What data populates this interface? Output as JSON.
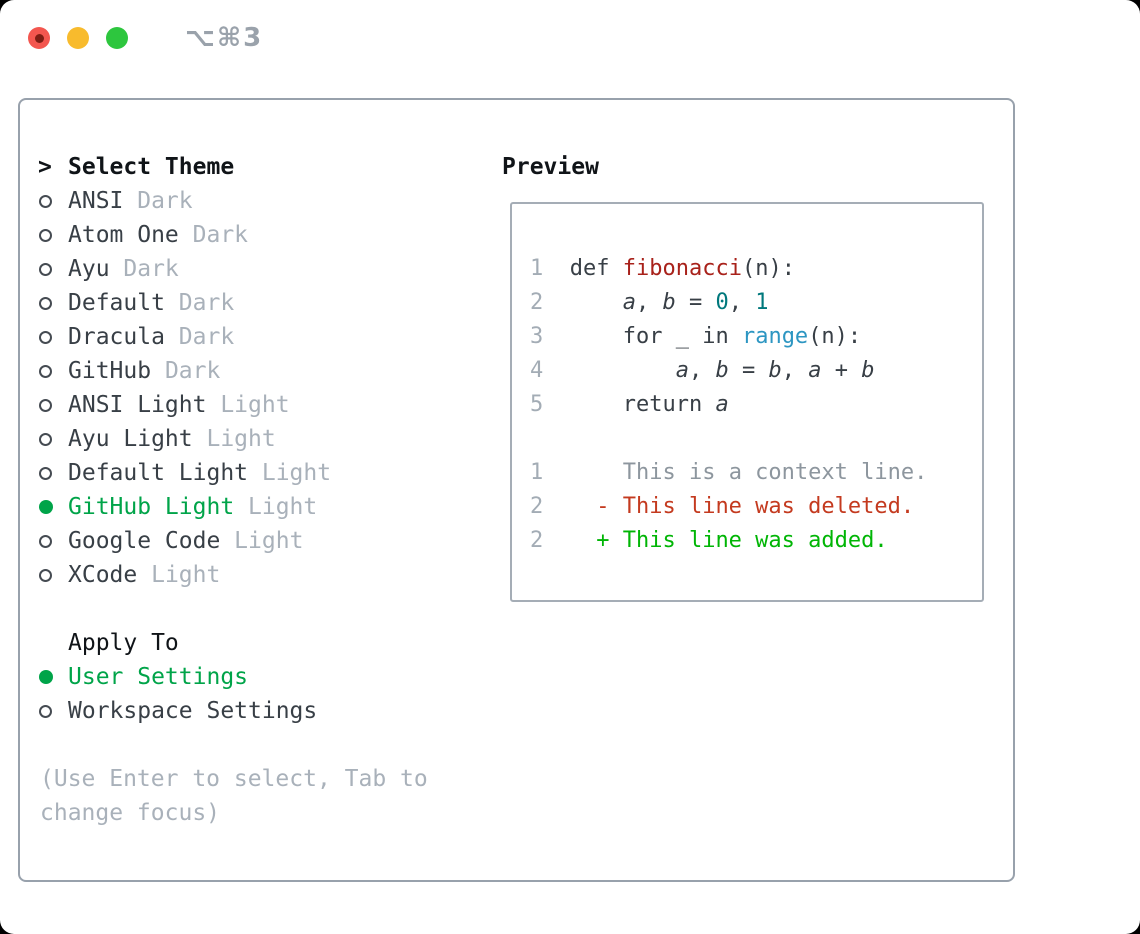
{
  "window": {
    "shortcut": "⌥⌘3"
  },
  "picker": {
    "cursor": ">",
    "header": "Select Theme",
    "items": [
      {
        "label": "ANSI",
        "tag": "Dark",
        "selected": false
      },
      {
        "label": "Atom One",
        "tag": "Dark",
        "selected": false
      },
      {
        "label": "Ayu",
        "tag": "Dark",
        "selected": false
      },
      {
        "label": "Default",
        "tag": "Dark",
        "selected": false
      },
      {
        "label": "Dracula",
        "tag": "Dark",
        "selected": false
      },
      {
        "label": "GitHub",
        "tag": "Dark",
        "selected": false
      },
      {
        "label": "ANSI Light",
        "tag": "Light",
        "selected": false
      },
      {
        "label": "Ayu Light",
        "tag": "Light",
        "selected": false
      },
      {
        "label": "Default Light",
        "tag": "Light",
        "selected": false
      },
      {
        "label": "GitHub Light",
        "tag": "Light",
        "selected": true
      },
      {
        "label": "Google Code",
        "tag": "Light",
        "selected": false
      },
      {
        "label": "XCode",
        "tag": "Light",
        "selected": false
      }
    ],
    "apply_to": {
      "header": "Apply To",
      "options": [
        {
          "label": "User Settings",
          "selected": true
        },
        {
          "label": "Workspace Settings",
          "selected": false
        }
      ]
    },
    "hint_line1": "(Use Enter to select, Tab to",
    "hint_line2": "change focus)"
  },
  "preview": {
    "header": "Preview",
    "lines": [
      [
        [
          "1",
          "num"
        ],
        [
          "  ",
          "pln"
        ],
        [
          "def ",
          "pln"
        ],
        [
          "fibonacci",
          "fn"
        ],
        [
          "(n):",
          "pln"
        ]
      ],
      [
        [
          "2",
          "num"
        ],
        [
          "      ",
          "pln"
        ],
        [
          "a",
          "var"
        ],
        [
          ", ",
          "pln"
        ],
        [
          "b",
          "var"
        ],
        [
          " = ",
          "pln"
        ],
        [
          "0",
          "lit"
        ],
        [
          ", ",
          "pln"
        ],
        [
          "1",
          "lit"
        ]
      ],
      [
        [
          "3",
          "num"
        ],
        [
          "      ",
          "pln"
        ],
        [
          "for _ in ",
          "pln"
        ],
        [
          "range",
          "call"
        ],
        [
          "(n):",
          "pln"
        ]
      ],
      [
        [
          "4",
          "num"
        ],
        [
          "          ",
          "pln"
        ],
        [
          "a",
          "var"
        ],
        [
          ", ",
          "pln"
        ],
        [
          "b",
          "var"
        ],
        [
          " = ",
          "pln"
        ],
        [
          "b",
          "var"
        ],
        [
          ", ",
          "pln"
        ],
        [
          "a",
          "var"
        ],
        [
          " + ",
          "pln"
        ],
        [
          "b",
          "var"
        ]
      ],
      [
        [
          "5",
          "num"
        ],
        [
          "      ",
          "pln"
        ],
        [
          "return ",
          "pln"
        ],
        [
          "a",
          "var"
        ]
      ],
      [],
      [
        [
          "1",
          "num"
        ],
        [
          "      ",
          "pln"
        ],
        [
          "This is a context line.",
          "ctx"
        ]
      ],
      [
        [
          "2",
          "num"
        ],
        [
          "    ",
          "pln"
        ],
        [
          "- This line was deleted.",
          "del"
        ]
      ],
      [
        [
          "2",
          "num"
        ],
        [
          "    ",
          "pln"
        ],
        [
          "+ This line was added.",
          "add"
        ]
      ]
    ]
  },
  "colors": {
    "accent_green": "#00a449",
    "added_green": "#00b505",
    "deleted_red": "#c43a1f",
    "function_red": "#a8211a",
    "builtin_blue": "#2d96c2",
    "number_teal": "#00787c",
    "text_dark": "#383f46",
    "header_black": "#101418",
    "muted_gray": "#a9b1ba",
    "context_gray": "#8d969e",
    "line_number_gray": "#a3acb5",
    "panel_border": "#98a1ac",
    "preview_border": "#a5adb6",
    "titlebar_gray": "#9aa2ab",
    "traffic_red": "#f3564f",
    "traffic_red_inner": "#7e1d14",
    "traffic_yellow": "#f8bb2d",
    "traffic_green": "#2dc63e"
  }
}
